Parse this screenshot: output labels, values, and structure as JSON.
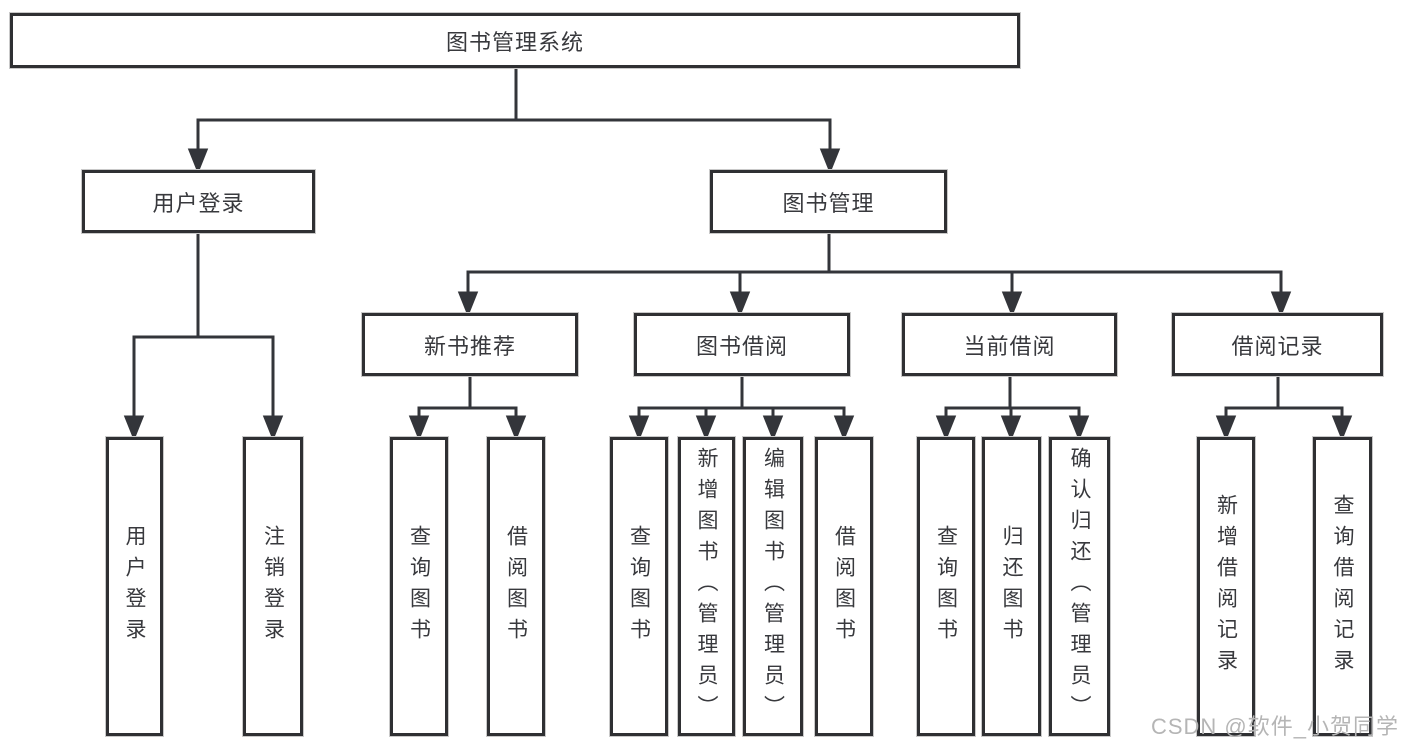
{
  "diagram": {
    "title": "图书管理系统",
    "root": {
      "label": "图书管理系统"
    },
    "branches": [
      {
        "label": "用户登录",
        "children": [
          {
            "label": "用户登录"
          },
          {
            "label": "注销登录"
          }
        ]
      },
      {
        "label": "图书管理",
        "children": [
          {
            "label": "新书推荐",
            "children": [
              {
                "label": "查询图书"
              },
              {
                "label": "借阅图书"
              }
            ]
          },
          {
            "label": "图书借阅",
            "children": [
              {
                "label": "查询图书"
              },
              {
                "label": "新增图书（管理员）"
              },
              {
                "label": "编辑图书（管理员）"
              },
              {
                "label": "借阅图书"
              }
            ]
          },
          {
            "label": "当前借阅",
            "children": [
              {
                "label": "查询图书"
              },
              {
                "label": "归还图书"
              },
              {
                "label": "确认归还（管理员）"
              }
            ]
          },
          {
            "label": "借阅记录",
            "children": [
              {
                "label": "新增借阅记录"
              },
              {
                "label": "查询借阅记录"
              }
            ]
          }
        ]
      }
    ]
  },
  "watermark": {
    "text": "CSDN @软件_小贺同学",
    "color": "#b5b5b5"
  },
  "colors": {
    "line": "#33353a",
    "box_border": "#2f3033",
    "text": "#38393d",
    "background": "#ffffff"
  }
}
